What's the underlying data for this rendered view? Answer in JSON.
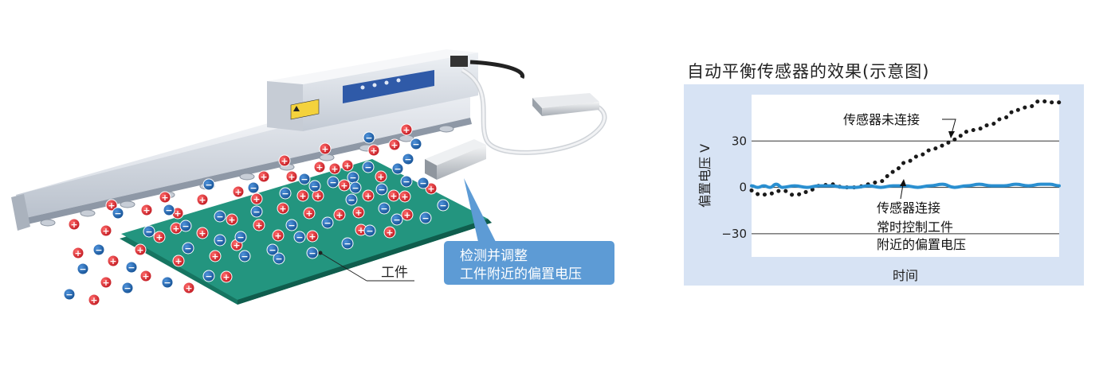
{
  "illustration": {
    "callout_line1": "检测并调整",
    "callout_line2": "工件附近的偏置电压",
    "workpiece_label": "工件",
    "plus_symbol": "+",
    "minus_symbol": "−",
    "colors": {
      "ionizer_body": "#dfe4ec",
      "control_panel": "#2f5aa8",
      "workpiece": "#1f8c78",
      "positive_ion": "#d8232a",
      "negative_ion": "#1a5fa8",
      "callout": "#5d9bd5"
    }
  },
  "chart": {
    "title": "自动平衡传感器的效果(示意图)",
    "annotation_without_sensor": "传感器未连接",
    "annotation_with_sensor": "传感器连接",
    "annotation_control_line1": "常时控制工件",
    "annotation_control_line2": "附近的偏置电压",
    "colors": {
      "panel_bg": "#d7e3f4",
      "plot_bg": "#ffffff",
      "with_sensor": "#2a8fd0",
      "without_sensor": "#1a1a1a"
    }
  },
  "chart_data": {
    "type": "line",
    "xlabel": "时间",
    "ylabel": "偏置电压 V",
    "yticks": [
      "30",
      "0",
      "−30"
    ],
    "ytick_values": [
      30,
      0,
      -30
    ],
    "ylim": [
      -45,
      60
    ],
    "xlim": [
      0,
      100
    ],
    "grid": "horizontal",
    "series": [
      {
        "name": "传感器未连接",
        "style": "dotted",
        "x": [
          0,
          3,
          6,
          10,
          14,
          18,
          22,
          26,
          30,
          34,
          38,
          42,
          46,
          50,
          54,
          58,
          62,
          66,
          70,
          74,
          78,
          82,
          86,
          90,
          94,
          97,
          100
        ],
        "y": [
          -2,
          -5,
          -4,
          -2,
          -5,
          -3,
          1,
          2,
          0,
          0,
          2,
          4,
          10,
          16,
          20,
          24,
          27,
          31,
          36,
          38,
          41,
          45,
          50,
          52,
          56,
          55,
          55
        ]
      },
      {
        "name": "传感器连接",
        "style": "solid",
        "x": [
          0,
          2,
          4,
          6,
          8,
          10,
          14,
          18,
          22,
          26,
          30,
          34,
          38,
          42,
          46,
          50,
          54,
          58,
          62,
          66,
          70,
          74,
          78,
          82,
          86,
          90,
          94,
          97,
          100
        ],
        "y": [
          1,
          0,
          1,
          0,
          2,
          0,
          1,
          0,
          1,
          1,
          0,
          0,
          1,
          0,
          1,
          1,
          0,
          1,
          2,
          0,
          1,
          2,
          1,
          1,
          2,
          1,
          2,
          2,
          1
        ]
      }
    ]
  }
}
